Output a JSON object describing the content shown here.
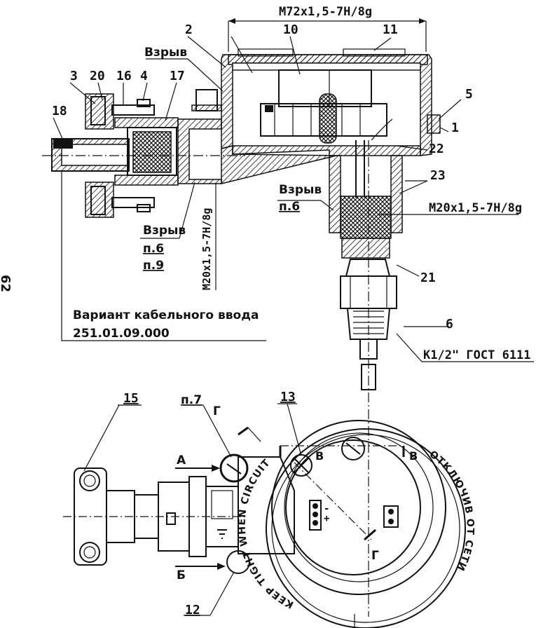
{
  "labels": {
    "thread_top": "M72x1,5-7H/8g",
    "thread_side": "M20x1,5-7H/8g",
    "thread_bottom": "M20x1,5-7H/8g",
    "thread_k": "K1/2\" ГОСТ 6111",
    "vzryv_1": "Взрыв",
    "vzryv_2": "Взрыв",
    "vzryv_3": "Взрыв",
    "p6_a": "п.6",
    "p9": "п.9",
    "p6_b": "п.6",
    "p7": "п.7",
    "variant_line1": "Вариант кабельного ввода",
    "variant_line2": "251.01.09.000",
    "page_number": "62",
    "arrow_a": "А",
    "arrow_b": "Б",
    "section_g_top": "Г",
    "section_g_bottom": "Г",
    "section_v_left": "В",
    "section_v_right": "В",
    "ring_text_left": "KEEP TIGHT WHEN CIRCUIT",
    "ring_text_right": "ОТКЛЮЧИВ ОТ СЕТИ"
  },
  "callouts": [
    "1",
    "2",
    "3",
    "4",
    "5",
    "6",
    "10",
    "11",
    "12",
    "13",
    "15",
    "16",
    "17",
    "18",
    "20",
    "21",
    "22",
    "23"
  ]
}
